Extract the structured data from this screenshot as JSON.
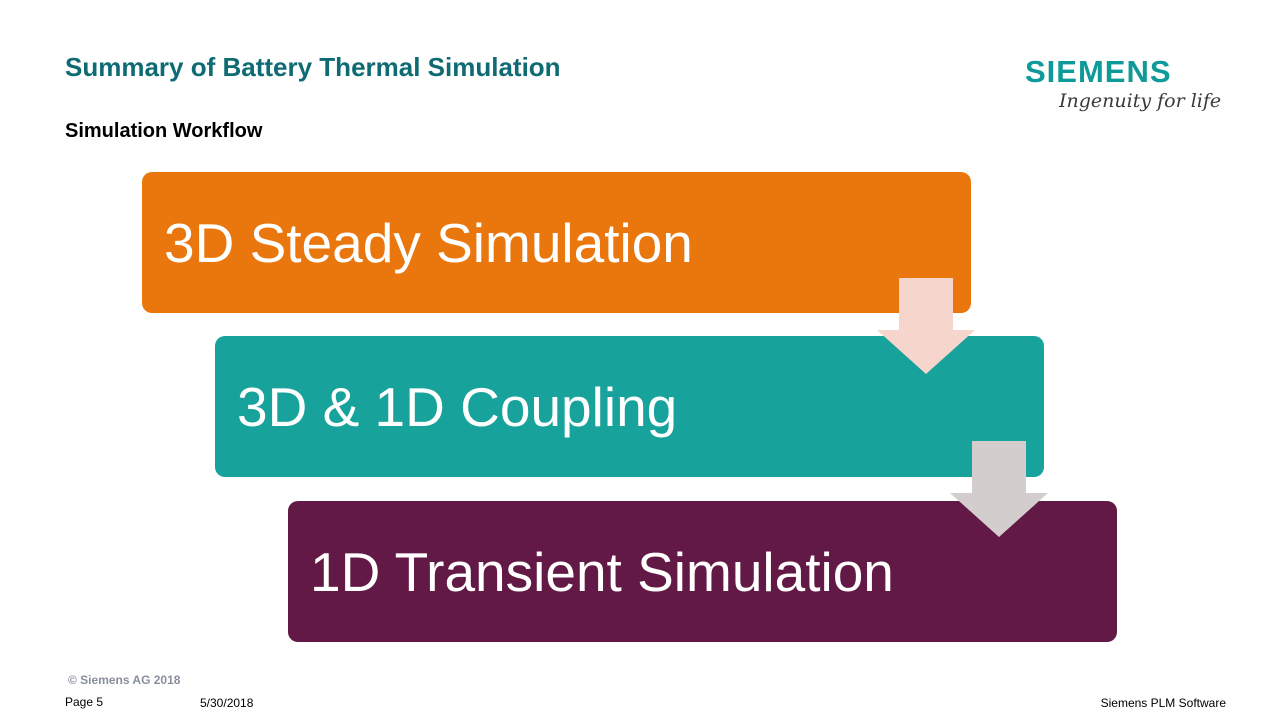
{
  "slide": {
    "title": "Summary of Battery Thermal Simulation",
    "subtitle": "Simulation Workflow"
  },
  "logo": {
    "brand": "SIEMENS",
    "tagline": "Ingenuity for life"
  },
  "workflow": {
    "steps": [
      {
        "label": "3D Steady Simulation",
        "color": "#ea760e"
      },
      {
        "label": "3D & 1D Coupling",
        "color": "#17a29b"
      },
      {
        "label": "1D Transient Simulation",
        "color": "#621945"
      }
    ],
    "arrow_colors": [
      "#f6d5cc",
      "#d3cdce"
    ],
    "arrow_icon": "down-arrow-icon"
  },
  "footer": {
    "copyright": "© Siemens AG 2018",
    "page": "Page 5",
    "date": "5/30/2018",
    "company": "Siemens PLM Software"
  }
}
